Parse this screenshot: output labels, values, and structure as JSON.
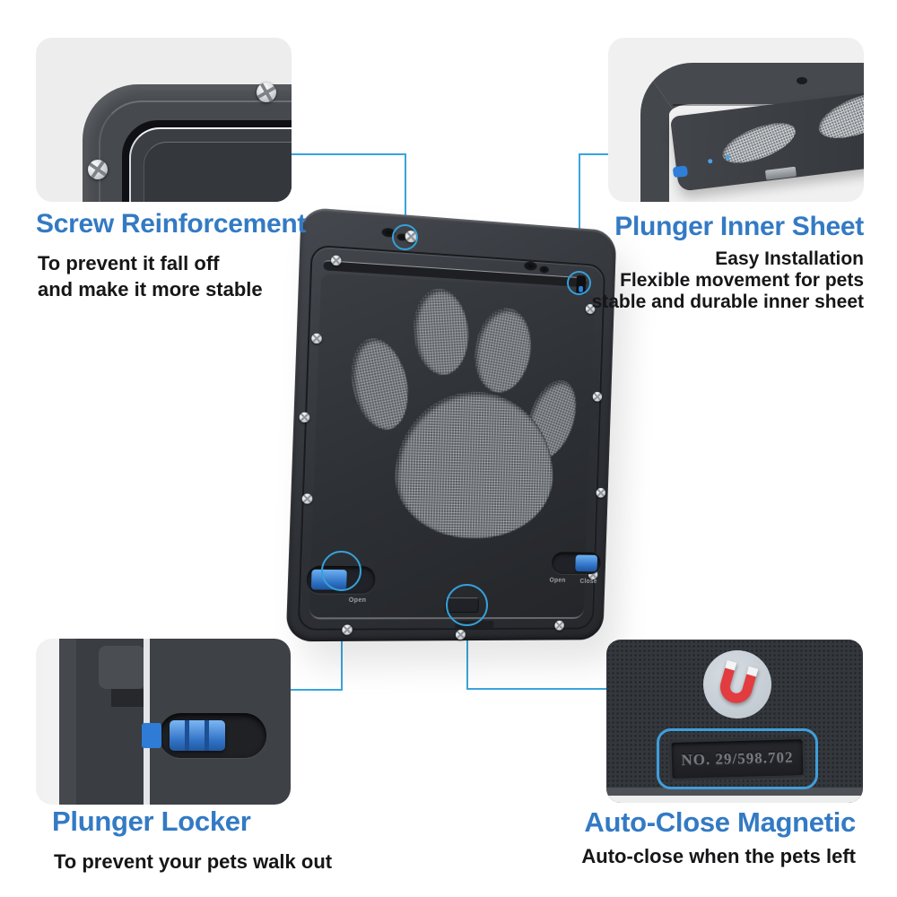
{
  "colors": {
    "heading_blue": "#337ac4",
    "body_text": "#161618",
    "connector_blue": "#3aa4dc",
    "accent_blue": "#2f7fd9",
    "magnet_red": "#e23c40"
  },
  "callouts": {
    "screw": {
      "title": "Screw Reinforcement",
      "lines": [
        "To prevent it fall off",
        "and make it more stable"
      ]
    },
    "inner_sheet": {
      "title": "Plunger Inner Sheet",
      "lines": [
        "Easy Installation",
        "Flexible movement for pets",
        "stable and durable inner sheet"
      ]
    },
    "locker": {
      "title": "Plunger Locker",
      "lines": [
        "To prevent your pets walk out"
      ]
    },
    "magnetic": {
      "title": "Auto-Close Magnetic",
      "lines": [
        "Auto-close when the pets left"
      ]
    }
  },
  "product": {
    "plate_number": "NO. 29/598.702",
    "plunger_labels": {
      "open": "Open",
      "close": "Close",
      "open_left": "Open"
    }
  }
}
